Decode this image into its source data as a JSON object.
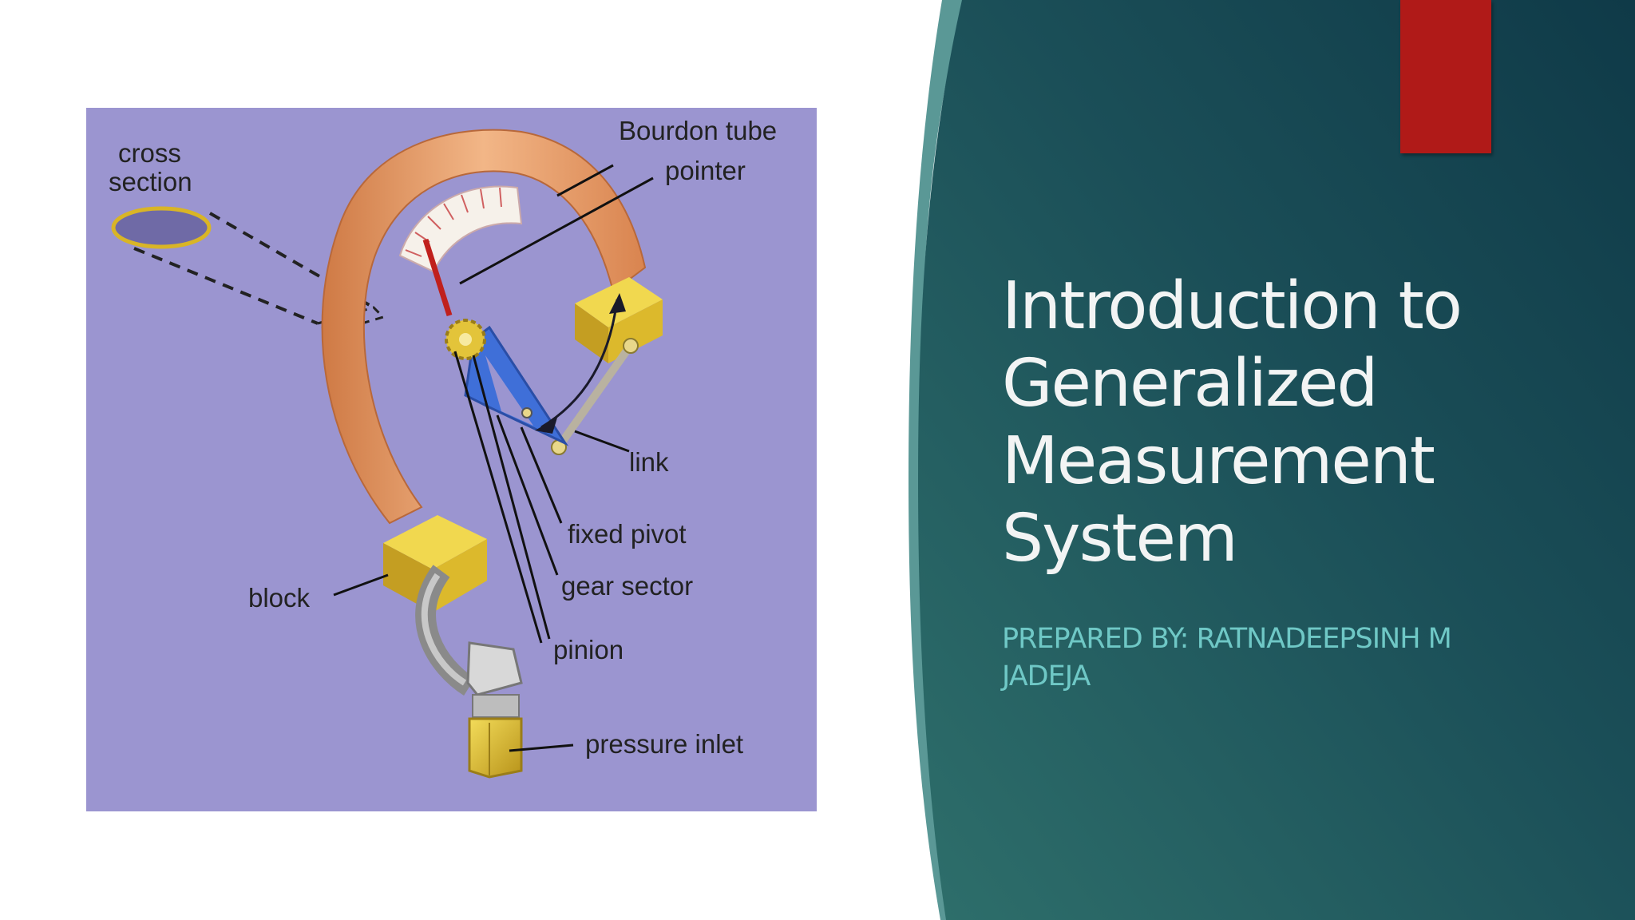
{
  "slide": {
    "title": "Introduction to Generalized Measurement System",
    "subtitle": "PREPARED BY: RATNADEEPSINH M JADEJA"
  },
  "diagram": {
    "labels": {
      "cross_section": [
        "cross",
        "section"
      ],
      "bourdon_tube": "Bourdon tube",
      "pointer": "pointer",
      "link": "link",
      "fixed_pivot": "fixed pivot",
      "gear_sector": "gear sector",
      "block": "block",
      "pinion": "pinion",
      "pressure_inlet": "pressure inlet"
    }
  },
  "colors": {
    "panel_dark": "#0f3a48",
    "panel_teal": "#2b6b6a",
    "accent_red": "#b01a18",
    "title_text": "#f2f4f4",
    "subtitle_text": "#6fc8c6",
    "diagram_bg": "#9b95d0",
    "tube_copper": "#e49a64",
    "block_gold": "#d9b526"
  }
}
